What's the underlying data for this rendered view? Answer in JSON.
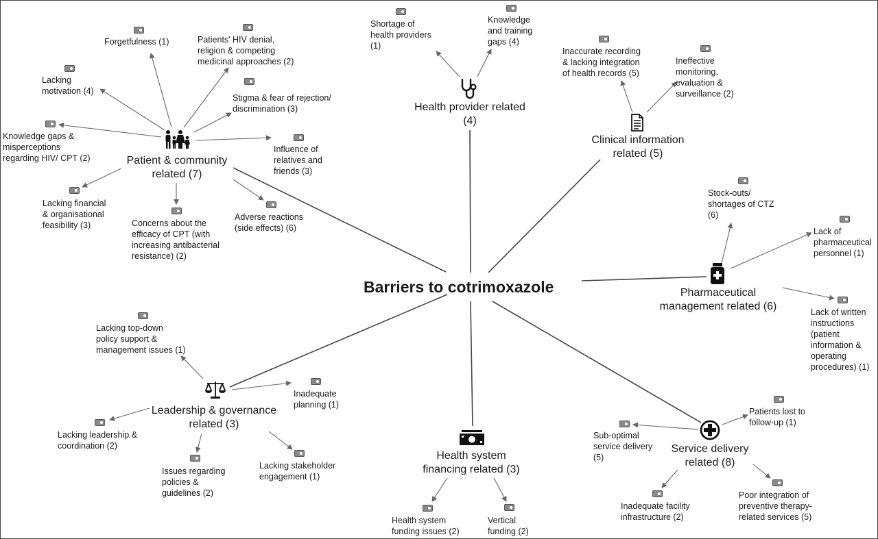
{
  "center": "Barriers to cotrimoxazole",
  "categories": {
    "patient": "Patient & community\nrelated (7)",
    "provider": "Health provider related\n(4)",
    "clinical": "Clinical information\nrelated (5)",
    "pharma": "Pharmaceutical\nmanagement related (6)",
    "leadership": "Leadership & governance\nrelated (3)",
    "financing": "Health system\nfinancing related (3)",
    "service": "Service delivery\nrelated (8)"
  },
  "barriers": {
    "forgetfulness": "Forgetfulness (1)",
    "hiv_denial": "Patients' HIV denial,\nreligion & competing\nmedicinal approaches (2)",
    "lacking_motivation": "Lacking\nmotivation (4)",
    "stigma": "Stigma & fear of rejection/\ndiscrimination (3)",
    "knowledge_gaps": "Knowledge gaps &\nmisperceptions\nregarding HIV/ CPT (2)",
    "influence_relatives": "Influence of\nrelatives and\nfriends (3)",
    "financial_feasibility": "Lacking financial\n& organisational\nfeasibility (3)",
    "adverse_reactions": "Adverse reactions\n(side effects) (6)",
    "efficacy_concerns": "Concerns about the\nefficacy of CPT (with\nincreasing antibacterial\nresistance) (2)",
    "shortage_providers": "Shortage of\nhealth providers\n(1)",
    "knowledge_training": "Knowledge\nand training\ngaps (4)",
    "inaccurate_recording": "Inaccurate recording\n& lacking integration\nof health records (5)",
    "ineffective_monitoring": "Ineffective\nmonitoring,\nevaluation &\nsurveillance (2)",
    "stockouts": "Stock-outs/\nshortages of CTZ\n(6)",
    "lack_pharm_personnel": "Lack of\npharmaceutical\npersonnel (1)",
    "lack_written_instructions": "Lack of written\ninstructions\n(patient\ninformation &\noperating\nprocedures) (1)",
    "topdown_policy": "Lacking top-down\npolicy support &\nmanagement issues (1)",
    "inadequate_planning": "Inadequate\nplanning (1)",
    "leadership_coordination": "Lacking leadership &\ncoordination (2)",
    "policies_guidelines": "Issues regarding\npolicies &\nguidelines (2)",
    "stakeholder_engagement": "Lacking stakeholder\nengagement (1)",
    "funding_issues": "Health system\nfunding issues (2)",
    "vertical_funding": "Vertical\nfunding (2)",
    "suboptimal_delivery": "Sub-optimal\nservice delivery\n(5)",
    "lost_followup": "Patients lost to\nfollow-up (1)",
    "facility_infrastructure": "Inadequate facility\ninfrastructure (2)",
    "poor_integration": "Poor integration of\npreventive therapy-\nrelated services (5)"
  },
  "icons": {
    "patient": "family-icon",
    "provider": "stethoscope-icon",
    "clinical": "document-icon",
    "pharma": "medicine-bottle-icon",
    "leadership": "scales-icon",
    "financing": "money-icon",
    "service": "medical-cross-icon",
    "tag": "tag-icon"
  },
  "colors": {
    "line": "#444444",
    "arrow": "#666666",
    "tag": "#8a8a8a"
  }
}
